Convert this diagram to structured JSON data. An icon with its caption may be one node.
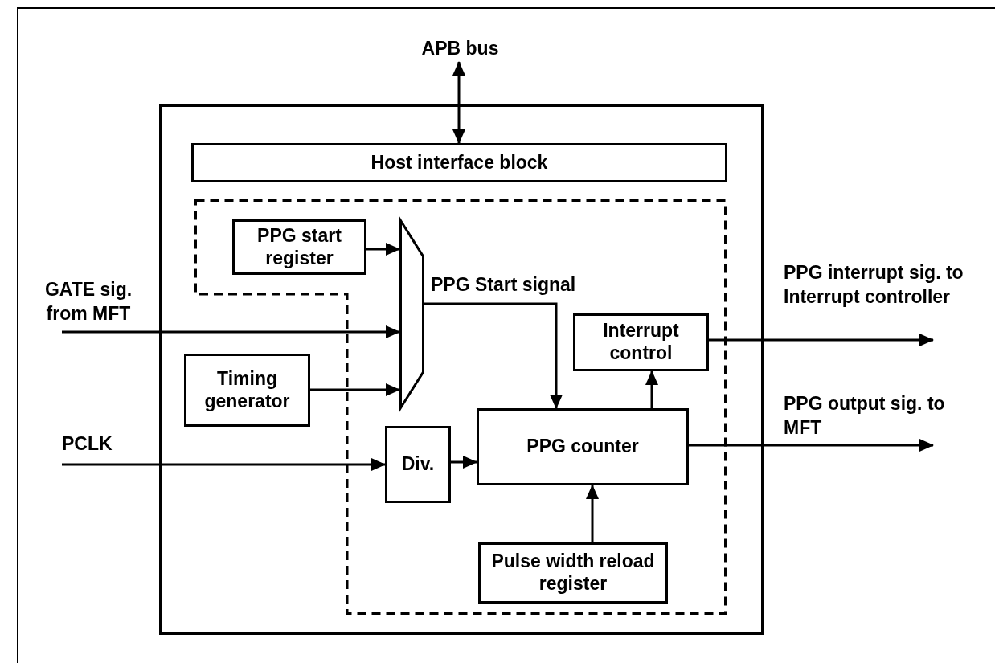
{
  "diagram": {
    "nodes": [
      {
        "text": [
          "APB bus"
        ]
      },
      {
        "text": [],
        "shape": "box"
      },
      {
        "text": [
          "Host interface block"
        ],
        "in": 1
      },
      {
        "text": [],
        "shape": "box",
        "in": 1
      },
      {
        "text": [
          "PPG start register"
        ],
        "in": 3
      },
      {
        "text": [
          "Timing generator"
        ],
        "in": 1
      },
      {
        "text": [],
        "shape": "trapezoid",
        "in": 3
      },
      {
        "text": [
          "Interrupt control"
        ],
        "in": 3
      },
      {
        "text": [
          "Div."
        ],
        "in": 3
      },
      {
        "text": [
          "PPG counter"
        ],
        "in": 3
      },
      {
        "text": [
          "Pulse width reload register"
        ],
        "in": 3
      }
    ],
    "edges": [
      {
        "from": 0,
        "to": 2,
        "arrow": "both"
      },
      {
        "from": 4,
        "to": 6,
        "arrow": "to"
      },
      {
        "from": null,
        "to": 6,
        "arrow": "to",
        "label": "GATE sig. from MFT"
      },
      {
        "from": 5,
        "to": 6,
        "arrow": "to"
      },
      {
        "from": 6,
        "to": 9,
        "arrow": "to",
        "label": "PPG Start signal"
      },
      {
        "from": null,
        "to": 8,
        "arrow": "to",
        "label": "PCLK"
      },
      {
        "from": 8,
        "to": 9,
        "arrow": "to"
      },
      {
        "from": 9,
        "to": 7,
        "arrow": "to"
      },
      {
        "from": 10,
        "to": 9,
        "arrow": "to"
      },
      {
        "from": 7,
        "to": null,
        "arrow": "to",
        "label": "PPG interrupt sig. to Interrupt controller"
      },
      {
        "from": 9,
        "to": null,
        "arrow": "to",
        "label": "PPG output sig. to MFT"
      }
    ]
  }
}
